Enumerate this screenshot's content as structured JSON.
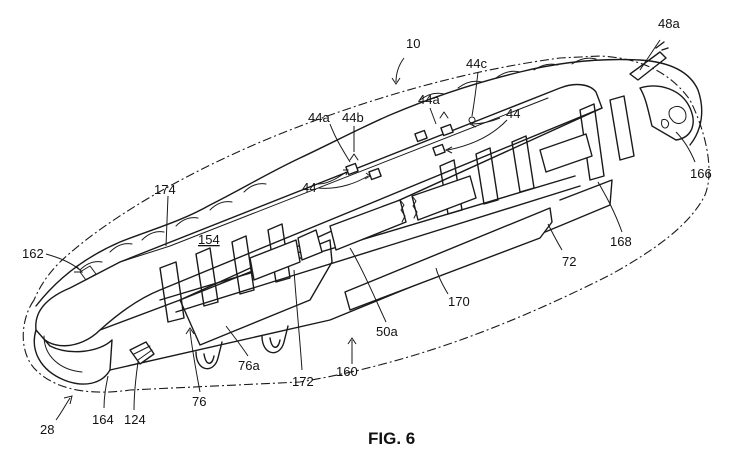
{
  "figure": {
    "caption": "FIG. 6"
  },
  "labels": {
    "l10": "10",
    "l48a": "48a",
    "l44c": "44c",
    "l44a_top": "44a",
    "l44_right": "44",
    "l44a_left": "44a",
    "l44b": "44b",
    "l44_left": "44",
    "l166": "166",
    "l174": "174",
    "l154": "154",
    "l162": "162",
    "l168": "168",
    "l72": "72",
    "l170": "170",
    "l50a": "50a",
    "l160": "160",
    "l172": "172",
    "l76a": "76a",
    "l76": "76",
    "l124": "124",
    "l164": "164",
    "l28": "28"
  }
}
